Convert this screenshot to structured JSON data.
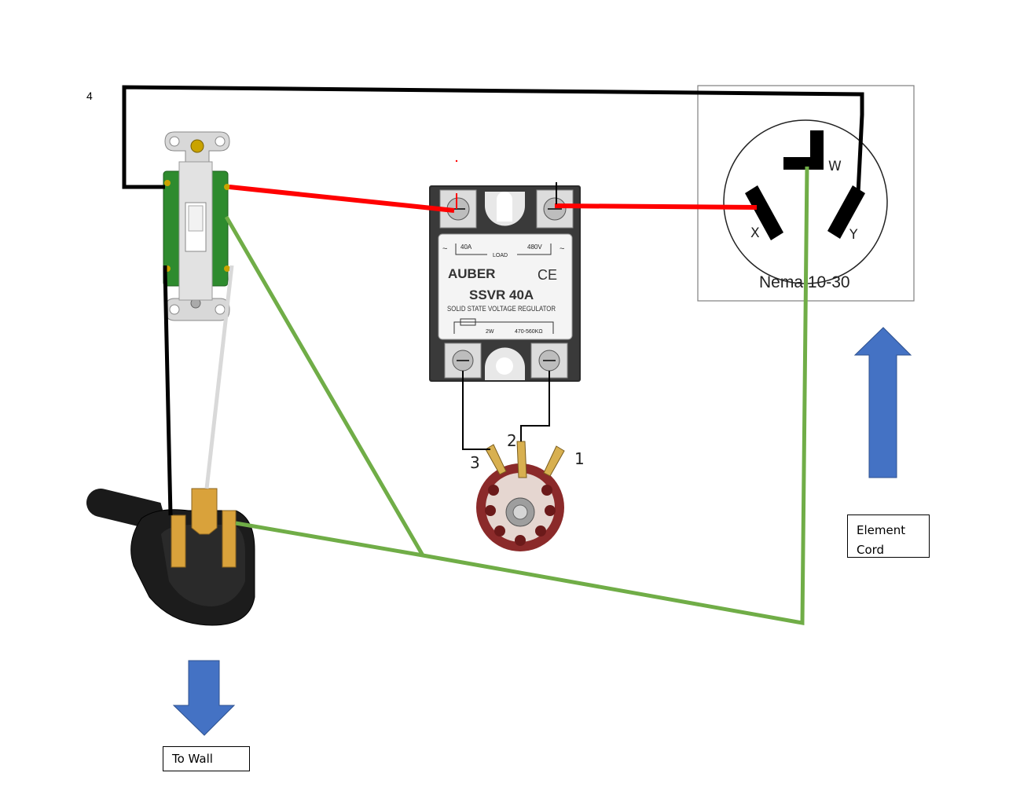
{
  "corner_label": "4",
  "nema": {
    "caption": "Nema 10-30",
    "slot_w": "W",
    "slot_x": "X",
    "slot_y": "Y"
  },
  "ssr": {
    "rating": "40A",
    "load": "LOAD",
    "voltage": "480V",
    "brand": "AUBER",
    "mark": "CE",
    "model": "SSVR 40A",
    "description": "SOLID STATE VOLTAGE REGULATOR",
    "power": "2W",
    "resistance": "470-560KΩ",
    "tilde": "~"
  },
  "potentiometer": {
    "pin1": "1",
    "pin2": "2",
    "pin3": "3"
  },
  "labels": {
    "to_wall": "To Wall",
    "element_line1": "Element",
    "element_line2": "Cord"
  },
  "colors": {
    "hot_red": "#ff0000",
    "ground_green": "#70ad47",
    "black": "#000000",
    "neutral_white": "#d9d9d9",
    "arrow_blue": "#4472c4",
    "switch_green": "#2e8b2e"
  }
}
